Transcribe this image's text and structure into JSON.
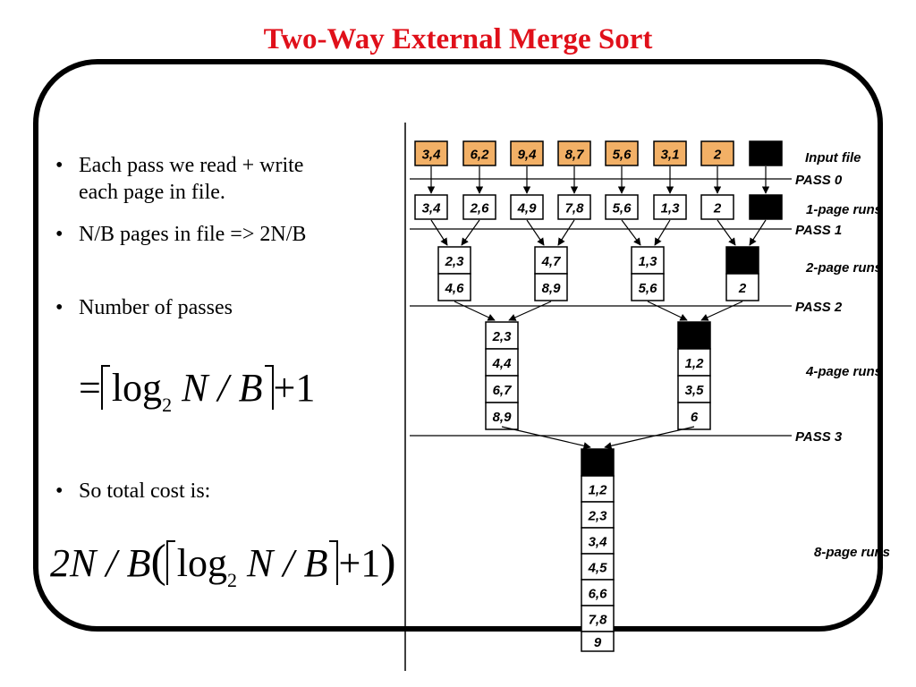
{
  "title": "Two-Way External Merge Sort",
  "bullets": [
    {
      "line1": "Each pass we read + write",
      "line2": "each page in file."
    },
    {
      "line1": "N/B pages in file => 2N/B"
    },
    {
      "line1": "Number of passes"
    },
    {
      "line1": "So total cost is:"
    }
  ],
  "formula_passes": {
    "eq": "=",
    "log": "log",
    "base": "2",
    "arg": "N / B",
    "plus": "+1"
  },
  "formula_cost": {
    "prefix": "2N / B",
    "log": "log",
    "base": "2",
    "arg": "N / B",
    "plus": "+1"
  },
  "diagram": {
    "input_pages": [
      "3,4",
      "6,2",
      "9,4",
      "8,7",
      "5,6",
      "3,1",
      "2",
      ""
    ],
    "pass0_runs": [
      "3,4",
      "2,6",
      "4,9",
      "7,8",
      "5,6",
      "1,3",
      "2",
      ""
    ],
    "pass1_runs": [
      [
        "2,3",
        "4,6"
      ],
      [
        "4,7",
        "8,9"
      ],
      [
        "1,3",
        "5,6"
      ],
      [
        "",
        "2"
      ]
    ],
    "pass2_runs": [
      [
        "2,3",
        "4,4",
        "6,7",
        "8,9"
      ],
      [
        "",
        "1,2",
        "3,5",
        "6"
      ]
    ],
    "pass3_run": [
      "",
      "1,2",
      "2,3",
      "3,4",
      "4,5",
      "6,6",
      "7,8",
      "9"
    ],
    "pass_labels": [
      "PASS 0",
      "PASS 1",
      "PASS 2",
      "PASS 3"
    ],
    "run_labels": [
      "Input file",
      "1-page runs",
      "2-page runs",
      "4-page runs",
      "8-page runs"
    ],
    "colors": {
      "input_fill": "#f2b066",
      "black_page": "#000000",
      "title": "#e0101a"
    }
  }
}
